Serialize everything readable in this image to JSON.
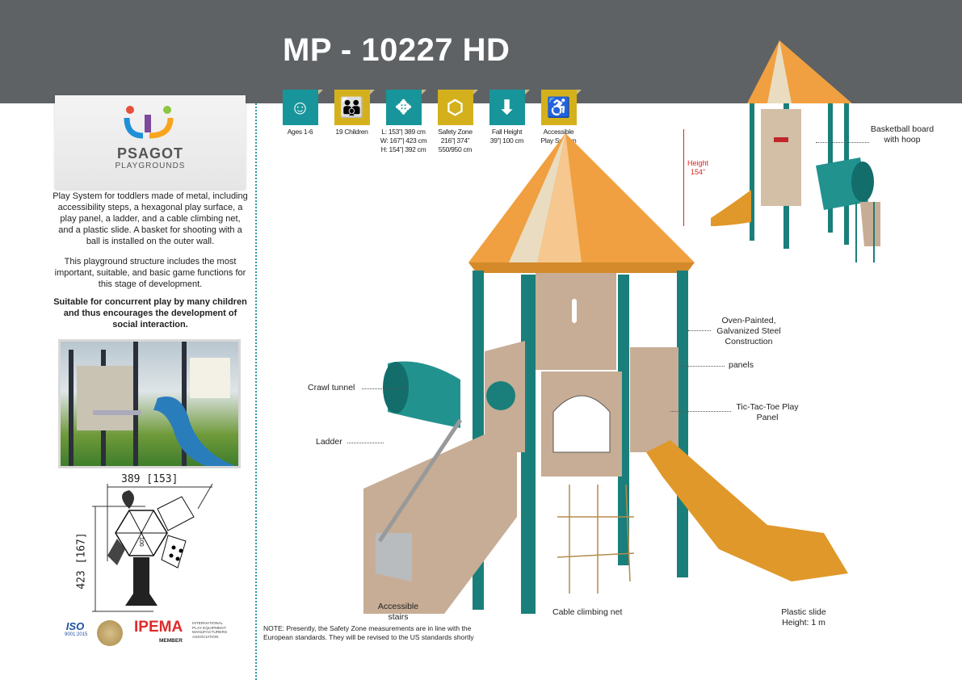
{
  "header": {
    "title": "MP - 10227 HD"
  },
  "brand": {
    "name": "PSAGOT",
    "sub": "PLAYGROUNDS"
  },
  "description": [
    "Play System for toddlers made of metal, including accessibility steps, a hexagonal play surface, a play panel, a ladder, and a cable climbing net, and a plastic slide. A basket for shooting with a ball is installed on the outer wall.",
    "This playground structure includes the most important, suitable, and basic game functions for this stage of development.",
    "Suitable for concurrent play by many children and thus encourages the development of social interaction."
  ],
  "plan": {
    "width_label": "389 [153]",
    "depth_label": "423 [167]",
    "center_label": "100"
  },
  "specs": [
    {
      "icon": "child-face-icon",
      "color": "#17959a",
      "lines": [
        "Ages 1-6"
      ]
    },
    {
      "icon": "children-group-icon",
      "color": "#d4b11c",
      "lines": [
        "19 Children"
      ]
    },
    {
      "icon": "dimensions-arrows-icon",
      "color": "#17959a",
      "lines": [
        "L: 153”| 389 cm",
        "W: 167”| 423 cm",
        "H: 154”| 392 cm"
      ]
    },
    {
      "icon": "hexagon-icon",
      "color": "#d4b11c",
      "lines": [
        "Safety Zone",
        "216”| 374”",
        "550/950 cm"
      ]
    },
    {
      "icon": "down-arrow-icon",
      "color": "#17959a",
      "lines": [
        "Fall Height",
        "39”| 100 cm"
      ]
    },
    {
      "icon": "wheelchair-icon",
      "color": "#d4b11c",
      "lines": [
        "Accessible",
        "Play System"
      ]
    }
  ],
  "height_marker": {
    "label": "Height",
    "value": "154”",
    "color": "#e02020"
  },
  "callouts": {
    "basketball": [
      "Basketball board",
      "with hoop"
    ],
    "steel": [
      "Oven-Painted,",
      "Galvanized Steel",
      "Construction"
    ],
    "panels": "panels",
    "tictactoe": [
      "Tic-Tac-Toe Play",
      "Panel"
    ],
    "crawl": "Crawl tunnel",
    "ladder": "Ladder",
    "stairs": [
      "Accessible",
      "stairs"
    ],
    "net": "Cable climbing net",
    "slide": [
      "Plastic slide",
      "Height: 1 m"
    ]
  },
  "note": [
    "NOTE: Presently, the Safety Zone measurements are in line with the",
    "European standards. They will be revised to the US standards shortly"
  ],
  "certs": {
    "iso": "ISO",
    "iso_sub": "9001:2015",
    "ipema": "IPEMA",
    "ipema_member": "MEMBER",
    "ipema_full": [
      "INTERNATIONAL",
      "PLAY EQUIPMENT",
      "MANUFACTURERS",
      "ASSOCIATION"
    ]
  },
  "colors": {
    "header": "#5e6265",
    "teal": "#17959a",
    "gold": "#d4b11c",
    "roof": "#f0a040",
    "post": "#1a7f7a",
    "panel": "#c7ad95",
    "slide": "#e0982a"
  }
}
